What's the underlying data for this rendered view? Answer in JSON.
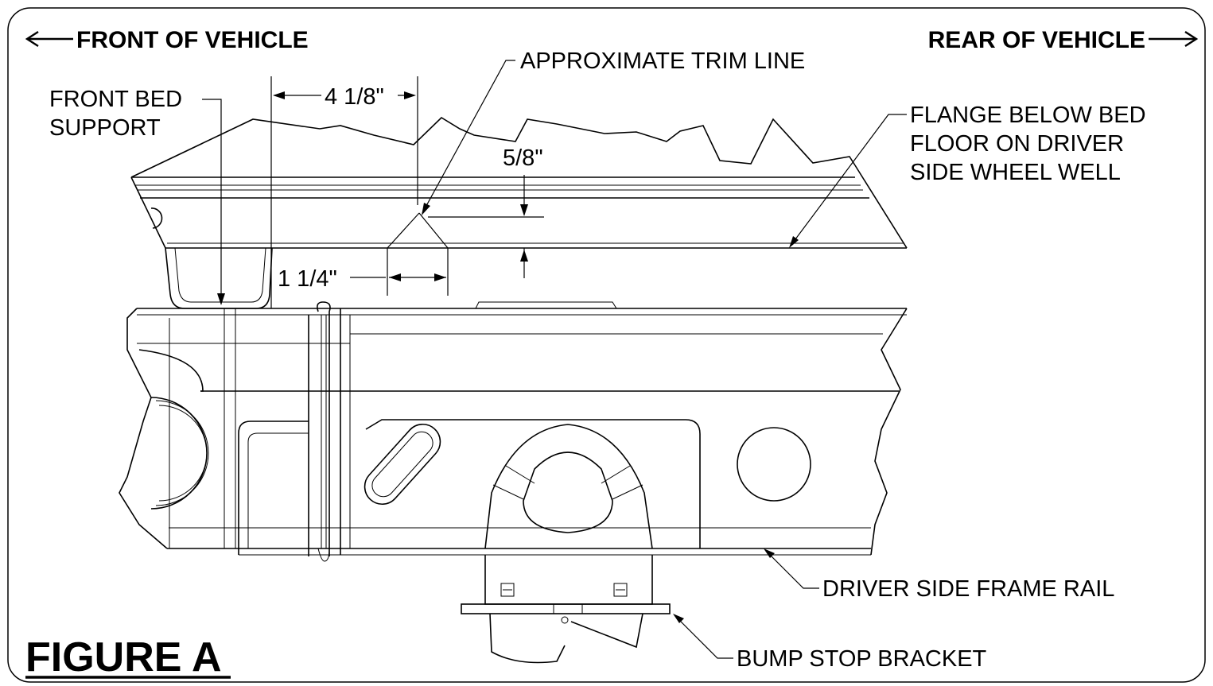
{
  "labels": {
    "front_of_vehicle": "FRONT OF VEHICLE",
    "rear_of_vehicle": "REAR OF VEHICLE",
    "approximate_trim_line": "APPROXIMATE TRIM LINE",
    "front_bed_support_1": "FRONT BED",
    "front_bed_support_2": "SUPPORT",
    "flange_1": "FLANGE BELOW BED",
    "flange_2": "FLOOR ON DRIVER",
    "flange_3": "SIDE WHEEL WELL",
    "driver_side_frame_rail": "DRIVER SIDE FRAME RAIL",
    "bump_stop_bracket": "BUMP STOP BRACKET",
    "figure_title": "FIGURE A"
  },
  "dimensions": {
    "horizontal_offset": "4 1/8\"",
    "vertical_offset": "5/8\"",
    "trim_width": "1 1/4\""
  }
}
